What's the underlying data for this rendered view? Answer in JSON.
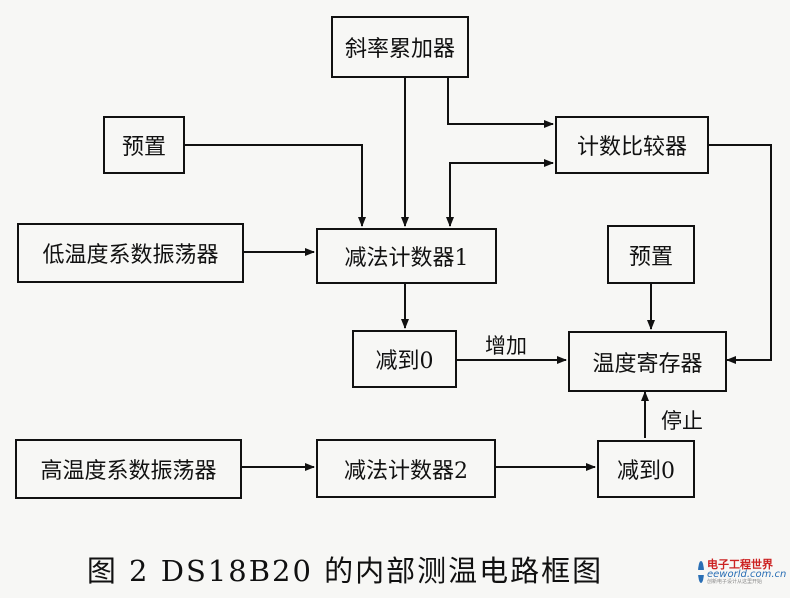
{
  "blocks": {
    "slope_accumulator": "斜率累加器",
    "preset_top": "预置",
    "count_comparator": "计数比较器",
    "low_temp_oscillator": "低温度系数振荡器",
    "subtract_counter_1": "减法计数器1",
    "preset_right": "预置",
    "decrement_zero_1": "减到0",
    "temperature_register": "温度寄存器",
    "high_temp_oscillator": "高温度系数振荡器",
    "subtract_counter_2": "减法计数器2",
    "decrement_zero_2": "减到0"
  },
  "edge_labels": {
    "increase": "增加",
    "stop": "停止"
  },
  "caption": "图 2   DS18B20 的内部测温电路框图",
  "watermark": {
    "cn": "电子工程世界",
    "en": "eeworld.com.cn",
    "sub": "创新电子设计从这里开始"
  }
}
